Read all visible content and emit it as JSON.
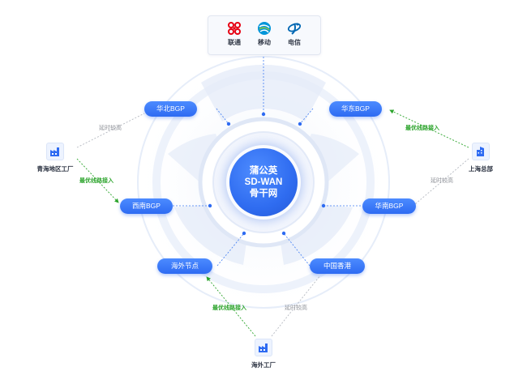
{
  "carriers": [
    {
      "label": "联通",
      "icon": "china-unicom-logo",
      "color": "#e60012"
    },
    {
      "label": "移动",
      "icon": "china-mobile-logo",
      "color": "#0095d9"
    },
    {
      "label": "电信",
      "icon": "china-telecom-logo",
      "color": "#0067b3"
    }
  ],
  "core": {
    "line1": "蒲公英",
    "line2": "SD-WAN",
    "line3": "骨干网"
  },
  "nodes": {
    "north": "华北BGP",
    "east": "华东BGP",
    "southwest": "西南BGP",
    "south": "华南BGP",
    "overseas": "海外节点",
    "hongkong": "中国香港"
  },
  "sites": {
    "qinghai": {
      "label": "青海地区工厂",
      "icon": "factory-icon"
    },
    "shanghai": {
      "label": "上海总部",
      "icon": "office-building-icon"
    },
    "overseas_factory": {
      "label": "海外工厂",
      "icon": "factory-icon"
    }
  },
  "links": {
    "qinghai_north": "延时较高",
    "qinghai_southwest": "最优线路接入",
    "shanghai_east": "最优线路接入",
    "shanghai_south": "延时较高",
    "overseas_node": "最优线路接入",
    "overseas_hk": "延时较高"
  },
  "colors": {
    "accent": "#2e6bf2",
    "best_route": "#2ca42c",
    "slow_route": "#a9adb5",
    "ring": "#e6edf9"
  }
}
